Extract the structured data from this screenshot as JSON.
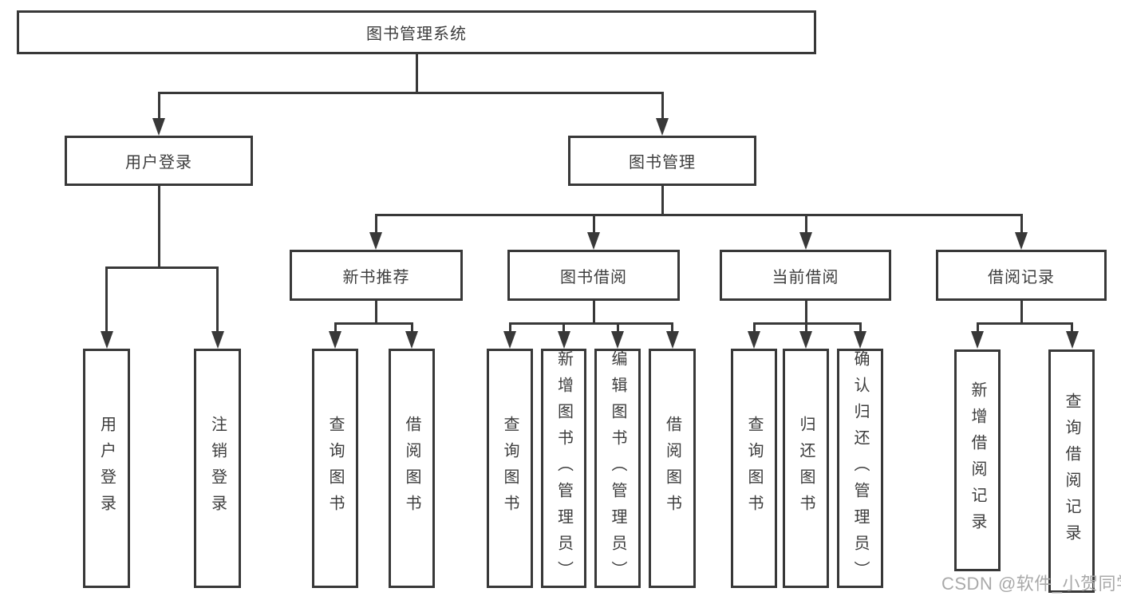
{
  "diagram": {
    "root": {
      "label": "图书管理系统"
    },
    "branches": [
      {
        "label": "用户登录",
        "children": [
          {
            "label": "用户登录"
          },
          {
            "label": "注销登录"
          }
        ]
      },
      {
        "label": "图书管理",
        "groups": [
          {
            "label": "新书推荐",
            "children": [
              {
                "label": "查询图书"
              },
              {
                "label": "借阅图书"
              }
            ]
          },
          {
            "label": "图书借阅",
            "children": [
              {
                "label": "查询图书"
              },
              {
                "label": "新增图书（管理员）"
              },
              {
                "label": "编辑图书（管理员）"
              },
              {
                "label": "借阅图书"
              }
            ]
          },
          {
            "label": "当前借阅",
            "children": [
              {
                "label": "查询图书"
              },
              {
                "label": "归还图书"
              },
              {
                "label": "确认归还（管理员）"
              }
            ]
          },
          {
            "label": "借阅记录",
            "children": [
              {
                "label": "新增借阅记录"
              },
              {
                "label": "查询借阅记录"
              }
            ]
          }
        ]
      }
    ]
  },
  "watermark": {
    "text": "CSDN @软件_小贺同学"
  },
  "colors": {
    "line": "#383838",
    "text": "#3d3d3d",
    "watermark": "#a9a9a9",
    "background": "#ffffff"
  }
}
